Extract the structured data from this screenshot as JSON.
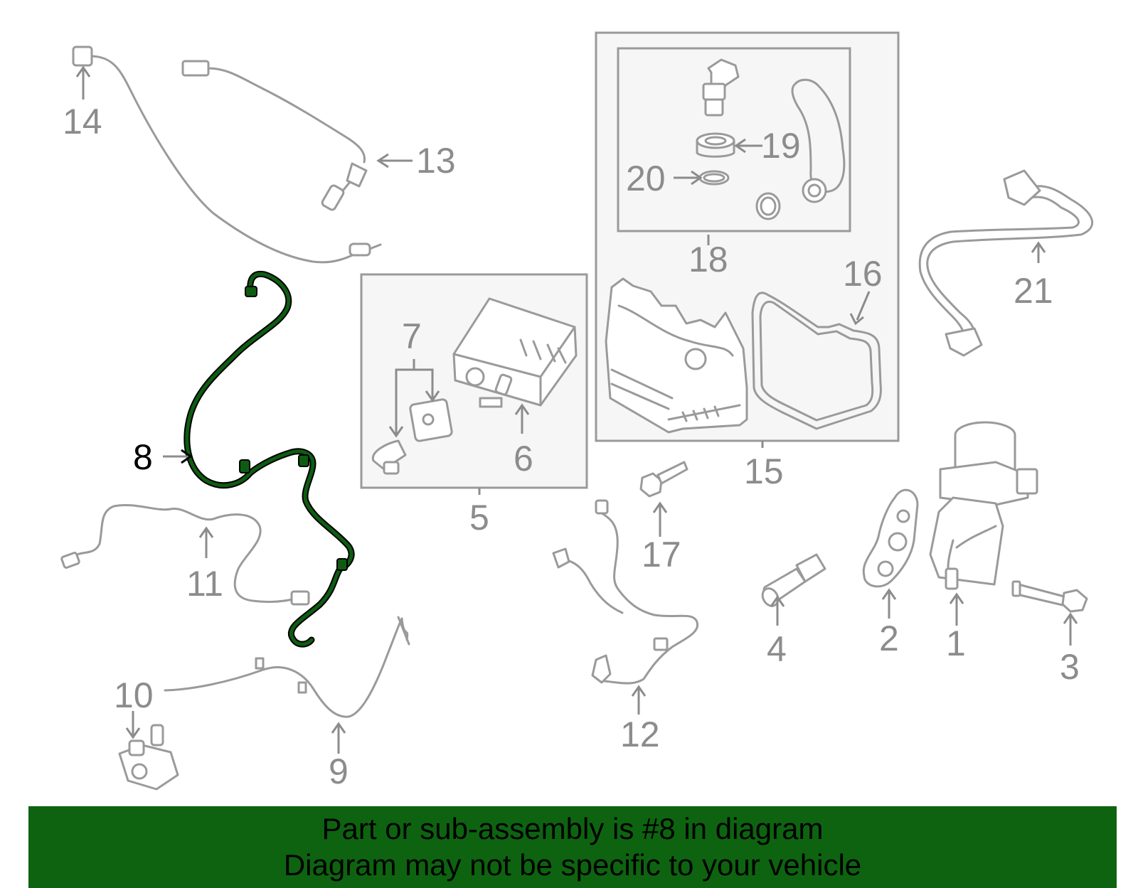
{
  "diagram": {
    "highlighted_part": "8",
    "callouts": [
      "1",
      "2",
      "3",
      "4",
      "5",
      "6",
      "7",
      "8",
      "9",
      "10",
      "11",
      "12",
      "13",
      "14",
      "15",
      "16",
      "17",
      "18",
      "19",
      "20",
      "21"
    ]
  },
  "colors": {
    "highlight": "#0e5c12",
    "banner": "#0e6310",
    "line": "#9a9a9a",
    "box": "#f6f6f6"
  },
  "banner": {
    "line1": "Part or sub-assembly is #8 in diagram",
    "line2": "Diagram may not be specific to your vehicle"
  }
}
